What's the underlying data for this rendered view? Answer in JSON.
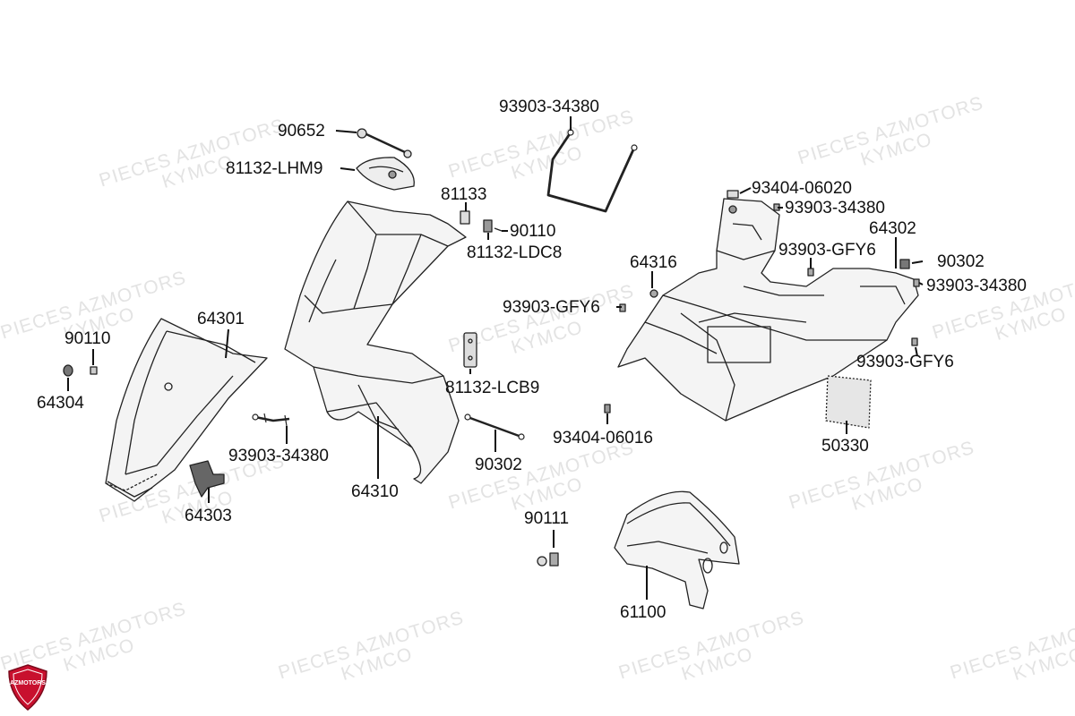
{
  "diagram": {
    "labels": [
      {
        "id": "l-90652",
        "text": "90652"
      },
      {
        "id": "l-81132-lhm9",
        "text": "81132-LHM9"
      },
      {
        "id": "l-93903-34380-top",
        "text": "93903-34380"
      },
      {
        "id": "l-81133",
        "text": "81133"
      },
      {
        "id": "l-90110-mid",
        "text": "90110"
      },
      {
        "id": "l-81132-ldc8",
        "text": "81132-LDC8"
      },
      {
        "id": "l-93404-06020",
        "text": "93404-06020"
      },
      {
        "id": "l-93903-34380-right1",
        "text": "93903-34380"
      },
      {
        "id": "l-64302",
        "text": "64302"
      },
      {
        "id": "l-93903-gfy6-right",
        "text": "93903-GFY6"
      },
      {
        "id": "l-90302-right",
        "text": "90302"
      },
      {
        "id": "l-93903-34380-right2",
        "text": "93903-34380"
      },
      {
        "id": "l-64316",
        "text": "64316"
      },
      {
        "id": "l-93903-gfy6-mid",
        "text": "93903-GFY6"
      },
      {
        "id": "l-93903-gfy6-bottom",
        "text": "93903-GFY6"
      },
      {
        "id": "l-64301",
        "text": "64301"
      },
      {
        "id": "l-90110-left",
        "text": "90110"
      },
      {
        "id": "l-64304",
        "text": "64304"
      },
      {
        "id": "l-81132-lcb9",
        "text": "81132-LCB9"
      },
      {
        "id": "l-93404-06016",
        "text": "93404-06016"
      },
      {
        "id": "l-50330",
        "text": "50330"
      },
      {
        "id": "l-93903-34380-left",
        "text": "93903-34380"
      },
      {
        "id": "l-90302-mid",
        "text": "90302"
      },
      {
        "id": "l-64310",
        "text": "64310"
      },
      {
        "id": "l-64303",
        "text": "64303"
      },
      {
        "id": "l-90111",
        "text": "90111"
      },
      {
        "id": "l-61100",
        "text": "61100"
      }
    ],
    "watermark_lines": [
      "PIECES AZMOTORS",
      "KYMCO"
    ],
    "logo_text": "AZMOTORS"
  }
}
